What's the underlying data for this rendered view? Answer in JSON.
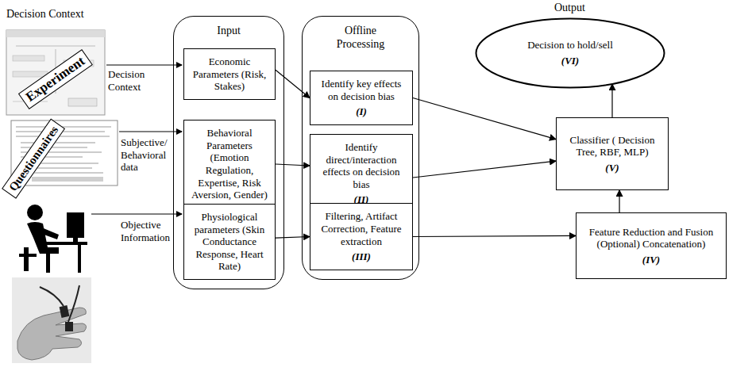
{
  "diagram": {
    "nodes": [
      {
        "text": [
          "Input"
        ]
      },
      {
        "text": [
          "Economic Parameters (Risk, Stakes)"
        ],
        "in": 0
      },
      {
        "text": [
          "Behavioral Parameters (Emotion Regulation, Expertise, Risk Aversion, Gender)"
        ],
        "in": 0
      },
      {
        "text": [
          "Physiological parameters (Skin Conductance Response, Heart Rate)"
        ],
        "in": 0
      },
      {
        "text": [
          "Offline Processing"
        ]
      },
      {
        "text": [
          "Identify key effects on decision bias",
          "(I)"
        ],
        "in": 4
      },
      {
        "text": [
          "Identify direct/interaction effects on decision bias",
          "(II)"
        ],
        "in": 4
      },
      {
        "text": [
          "Filtering, Artifact Correction, Feature extraction",
          "(III)"
        ],
        "in": 4
      },
      {
        "text": [
          "Decision to hold/sell",
          "(VI)"
        ]
      },
      {
        "text": [
          "Classifier ( Decision Tree, RBF, MLP)",
          "(V)"
        ]
      },
      {
        "text": [
          "Feature Reduction and Fusion (Optional) Concatenation)",
          "(IV)"
        ]
      }
    ],
    "edges": [
      {
        "from": 1,
        "to": 5,
        "arrow": "to"
      },
      {
        "from": 2,
        "to": 6,
        "arrow": "to"
      },
      {
        "from": 3,
        "to": 7,
        "arrow": "to"
      },
      {
        "from": 5,
        "to": 9,
        "arrow": "to"
      },
      {
        "from": 6,
        "to": 9,
        "arrow": "to"
      },
      {
        "from": 7,
        "to": 10,
        "arrow": "to"
      },
      {
        "from": 10,
        "to": 9,
        "arrow": "to"
      },
      {
        "from": 9,
        "to": 8,
        "arrow": "to"
      }
    ],
    "labels": [
      "Decision Context",
      "Experiment",
      "Decision Context",
      "Questionnaires",
      "Subjective/ Behavioral data",
      "Objective Information",
      "Output"
    ]
  }
}
